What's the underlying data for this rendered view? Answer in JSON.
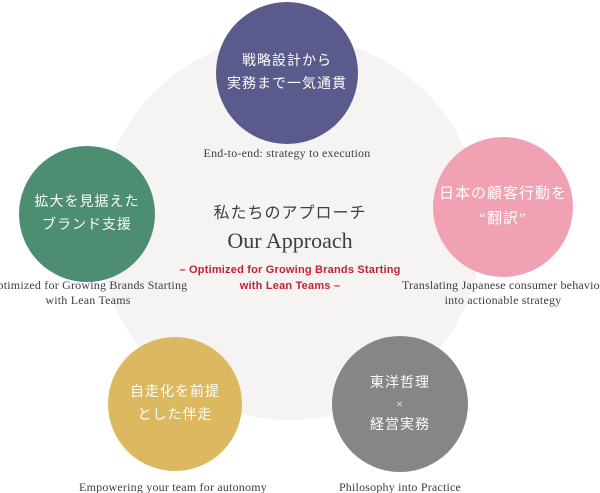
{
  "diagram": {
    "background_color": "#ffffff",
    "center": {
      "circle_color": "#f5f4f2",
      "text_color": "#3d3d47",
      "title_jp": "私たちのアプローチ",
      "title_en": "Our Approach",
      "subtitle_color": "#c42134",
      "subtitle_line1": "– Optimized for Growing Brands Starting",
      "subtitle_line2": "with Lean Teams –"
    },
    "nodes": [
      {
        "id": "end-to-end",
        "color": "#5a5a8c",
        "label_line1": "戦略設計から",
        "label_line2": "実務まで一気通貫",
        "caption_line1": "End-to-end: strategy to execution"
      },
      {
        "id": "brand-support",
        "color": "#4d8e72",
        "label_line1": "拡大を見据えた",
        "label_line2": "ブランド支援",
        "caption_line1": "Optimized for Growing Brands Starting",
        "caption_line2": "with Lean Teams"
      },
      {
        "id": "translate-consumers",
        "color": "#f0a1b3",
        "label_line1": "日本の顧客行動を",
        "label_line2": "“翻訳”",
        "caption_line1": "Translating Japanese consumer behavior",
        "caption_line2": "into actionable strategy"
      },
      {
        "id": "autonomy",
        "color": "#dcb961",
        "label_line1": "自走化を前提",
        "label_line2": "とした伴走",
        "caption_line1": "Empowering your team for autonomy"
      },
      {
        "id": "philosophy",
        "color": "#868686",
        "label_line1": "東洋哲理",
        "label_line2": "×",
        "label_line3": "経営実務",
        "caption_line1": "Philosophy into Practice"
      }
    ]
  }
}
